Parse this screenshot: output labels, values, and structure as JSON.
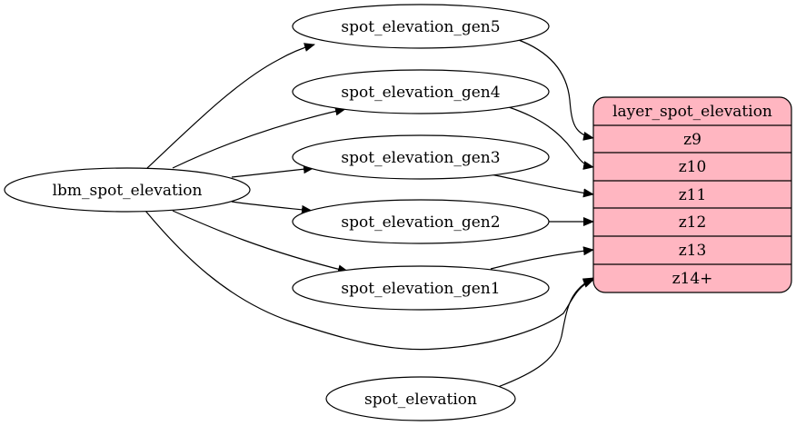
{
  "diagram": {
    "nodes": {
      "lbm": "lbm_spot_elevation",
      "gen5": "spot_elevation_gen5",
      "gen4": "spot_elevation_gen4",
      "gen3": "spot_elevation_gen3",
      "gen2": "spot_elevation_gen2",
      "gen1": "spot_elevation_gen1",
      "spot": "spot_elevation"
    },
    "layer": {
      "title": "layer_spot_elevation",
      "fields": [
        "z9",
        "z10",
        "z11",
        "z12",
        "z13",
        "z14+"
      ],
      "fill_color": "#ffb6c1"
    },
    "edges": [
      {
        "from": "lbm_spot_elevation",
        "to": "spot_elevation_gen5"
      },
      {
        "from": "lbm_spot_elevation",
        "to": "spot_elevation_gen4"
      },
      {
        "from": "lbm_spot_elevation",
        "to": "spot_elevation_gen3"
      },
      {
        "from": "lbm_spot_elevation",
        "to": "spot_elevation_gen2"
      },
      {
        "from": "lbm_spot_elevation",
        "to": "spot_elevation_gen1"
      },
      {
        "from": "lbm_spot_elevation",
        "to": "z14+"
      },
      {
        "from": "spot_elevation_gen5",
        "to": "z9"
      },
      {
        "from": "spot_elevation_gen4",
        "to": "z10"
      },
      {
        "from": "spot_elevation_gen3",
        "to": "z11"
      },
      {
        "from": "spot_elevation_gen2",
        "to": "z12"
      },
      {
        "from": "spot_elevation_gen1",
        "to": "z13"
      },
      {
        "from": "spot_elevation",
        "to": "z14+"
      }
    ]
  }
}
